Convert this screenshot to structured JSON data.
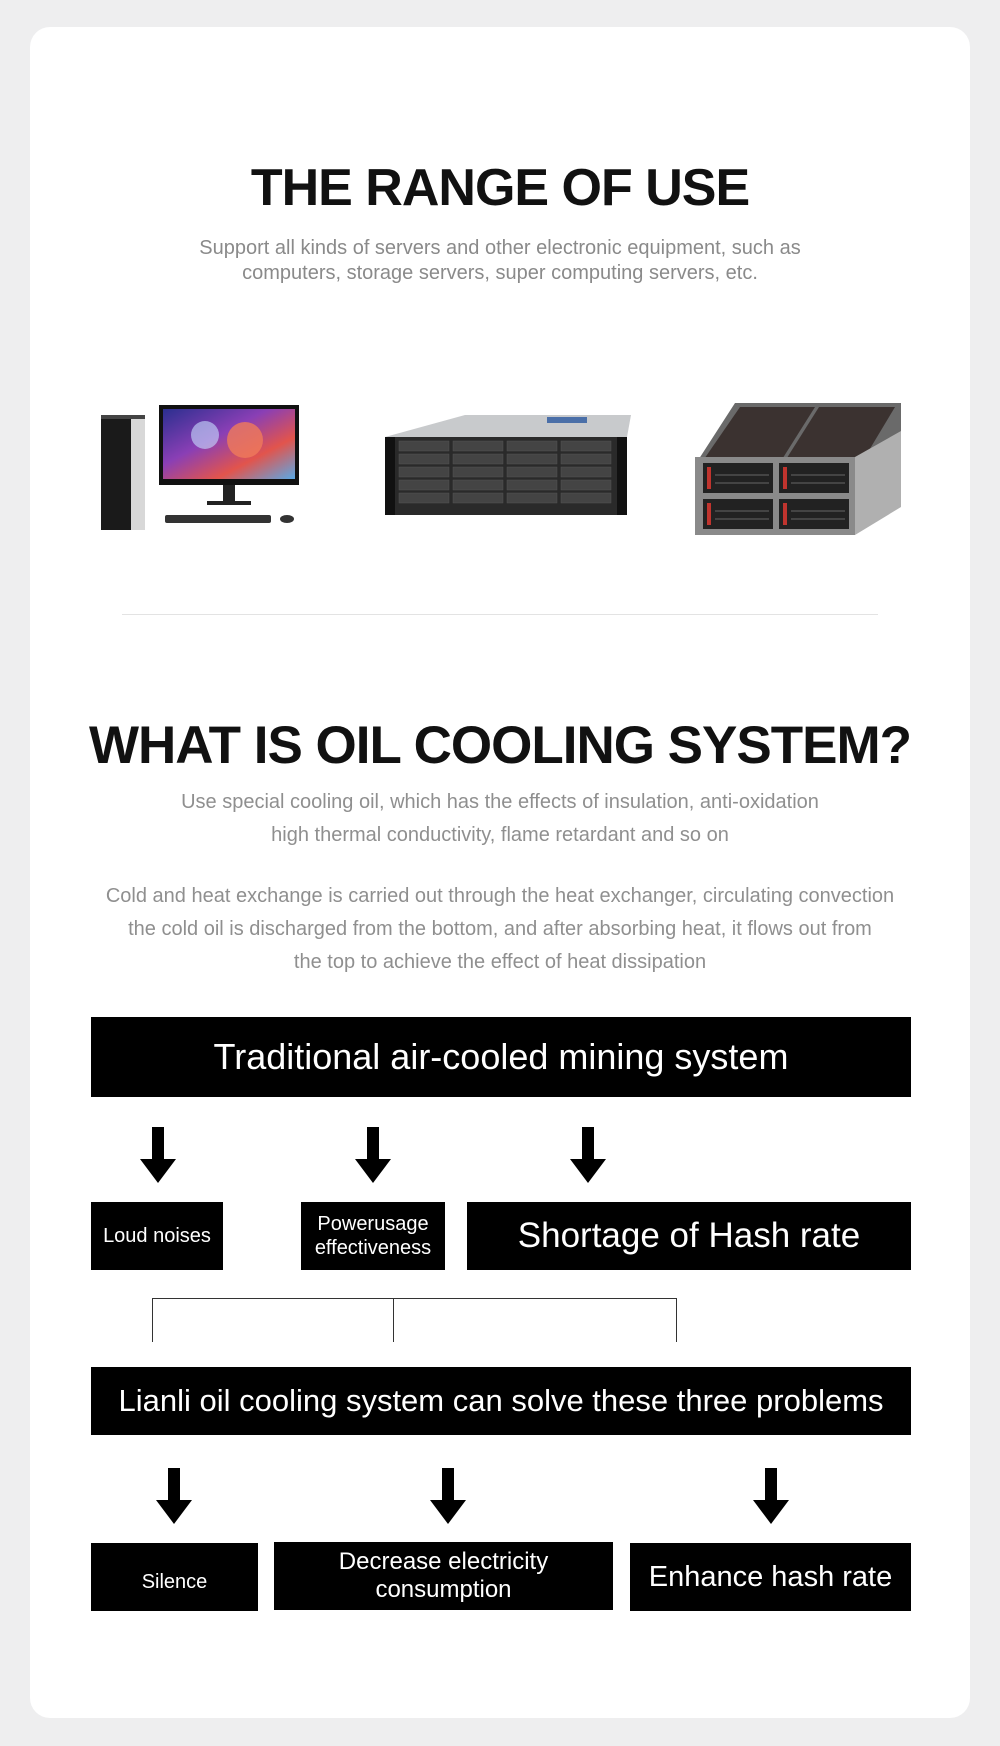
{
  "range": {
    "title": "THE RANGE OF USE",
    "subtitle_line1": "Support all kinds of servers and other electronic equipment, such as",
    "subtitle_line2": "computers, storage servers, super computing servers, etc."
  },
  "oil": {
    "title": "WHAT IS OIL COOLING SYSTEM?",
    "para1_line1": "Use special cooling oil, which has the effects of insulation, anti-oxidation",
    "para1_line2": "high thermal conductivity, flame retardant and so on",
    "para2_line1": "Cold and heat exchange is carried out through the heat exchanger, circulating convection",
    "para2_line2": "the cold oil is discharged from the bottom, and after absorbing heat, it flows out from",
    "para2_line3": "the top to achieve the effect of heat dissipation"
  },
  "diagram": {
    "traditional": "Traditional air-cooled mining system",
    "problems": {
      "loud": "Loud noises",
      "power_line1": "Powerusage",
      "power_line2": "effectiveness",
      "hash": "Shortage of Hash rate"
    },
    "solution": "Lianli oil cooling system can solve these three problems",
    "results": {
      "silence": "Silence",
      "elec_line1": "Decrease electricity",
      "elec_line2": "consumption",
      "enhance": "Enhance hash rate"
    }
  },
  "colors": {
    "background": "#eeeeef",
    "card": "#ffffff",
    "box": "#000000",
    "muted_text": "#8f8f8f"
  }
}
